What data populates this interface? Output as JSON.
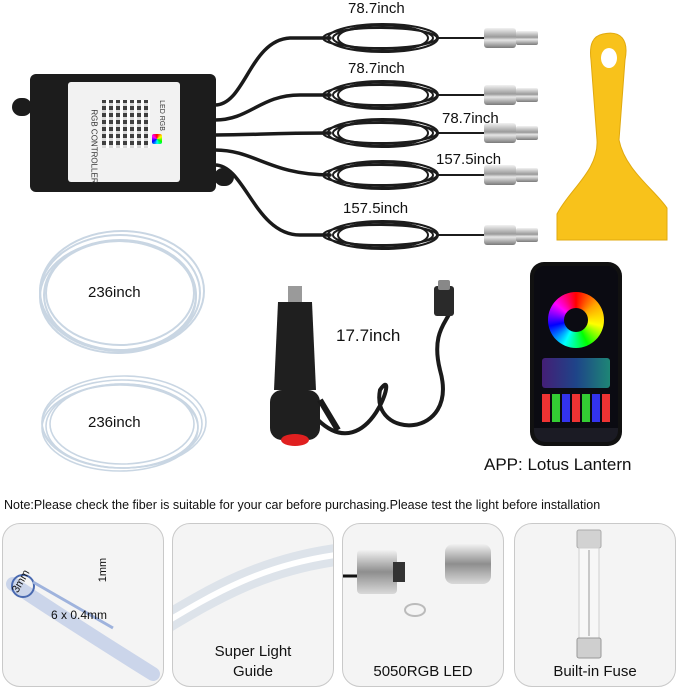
{
  "lengths": {
    "fiber_1": "78.7inch",
    "fiber_2": "78.7inch",
    "fiber_3": "78.7inch",
    "fiber_4": "157.5inch",
    "fiber_5": "157.5inch",
    "coil_top": "236inch",
    "coil_bottom": "236inch",
    "power_cable": "17.7inch"
  },
  "controller": {
    "label": "RGB CONTROLLER",
    "brand": "LED RGB"
  },
  "app": {
    "label": "APP: Lotus Lantern"
  },
  "note": "Note:Please check the fiber is suitable for your car before purchasing.Please test the light before installation",
  "panels": {
    "fiber_dim_a": "3mm",
    "fiber_dim_b": "1mm",
    "fiber_dim_c": "6 x 0.4mm",
    "light_guide_label": "Super Light\nGuide",
    "led_label": "5050RGB LED",
    "fuse_label": "Built-in Fuse"
  },
  "colors": {
    "scraper": "#f8c21b",
    "controller": "#1c1c1c",
    "switch_red": "#e02020",
    "panel_bg": "#f4f4f4"
  }
}
